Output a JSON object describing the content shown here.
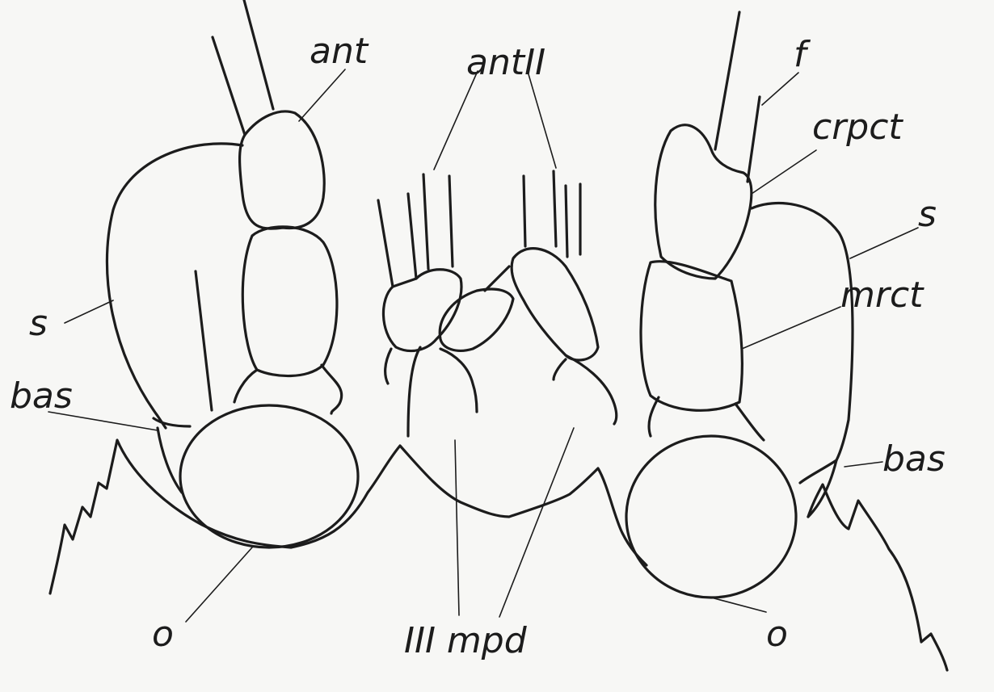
{
  "labels": {
    "ant": "ant",
    "antII": "antII",
    "f": "f",
    "crpct": "crpct",
    "s_left": "s",
    "s_right": "s",
    "mrct": "mrct",
    "bas_left": "bas",
    "bas_right": "bas",
    "o_left": "o",
    "o_right": "o",
    "iii_mpd": "III mpd"
  },
  "colors": {
    "background": "#f7f7f5",
    "ink": "#1c1c1c"
  }
}
